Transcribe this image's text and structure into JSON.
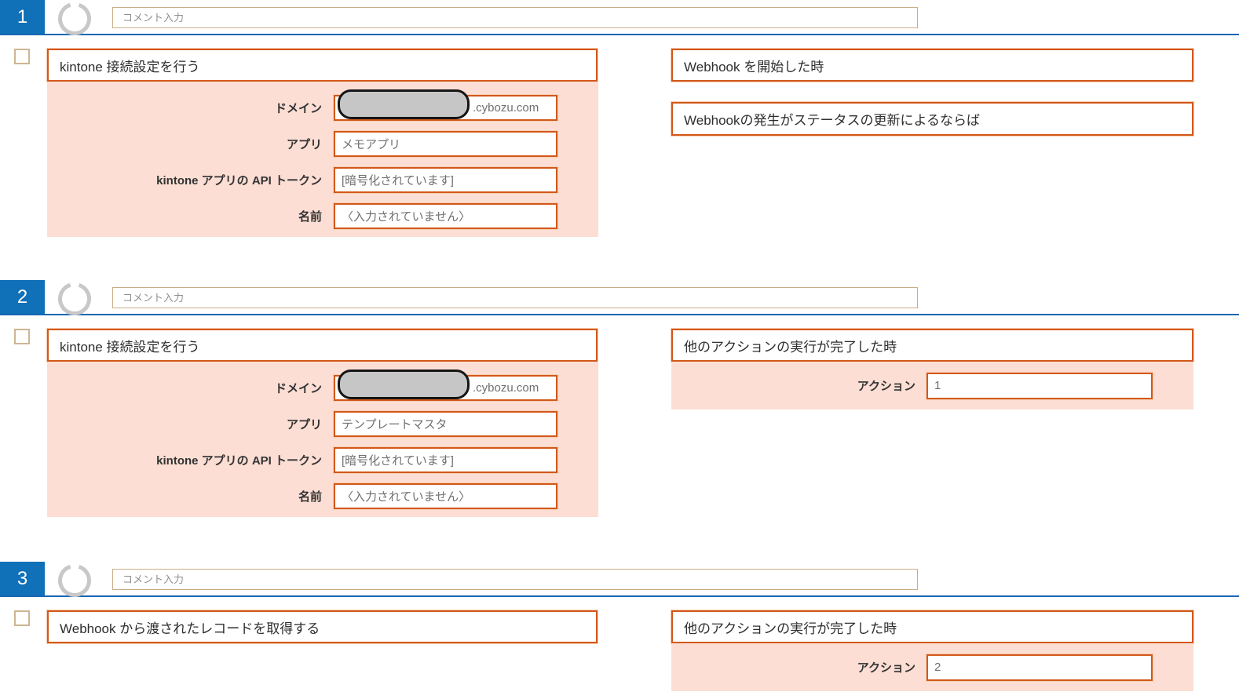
{
  "ui": {
    "comment_placeholder": "コメント入力",
    "field_labels": {
      "domain": "ドメイン",
      "app": "アプリ",
      "api_token": "kintone アプリの API トークン",
      "name": "名前",
      "action": "アクション"
    },
    "domain_suffix": ".cybozu.com"
  },
  "steps": [
    {
      "number": "1",
      "action_title": "kintone 接続設定を行う",
      "params": {
        "app": "メモアプリ",
        "api_token": "[暗号化されています]",
        "name": "〈入力されていません〉"
      },
      "trigger_title": "Webhook を開始した時",
      "condition": "Webhookの発生がステータスの更新によるならば"
    },
    {
      "number": "2",
      "action_title": "kintone 接続設定を行う",
      "params": {
        "app": "テンプレートマスタ",
        "api_token": "[暗号化されています]",
        "name": "〈入力されていません〉"
      },
      "trigger_title": "他のアクションの実行が完了した時",
      "trigger_action_number": "1"
    },
    {
      "number": "3",
      "action_title": "Webhook から渡されたレコードを取得する",
      "trigger_title": "他のアクションの実行が完了した時",
      "trigger_action_number": "2"
    }
  ],
  "colors": {
    "accent_orange": "#d2581a",
    "orange_glow": "#f6cdb0",
    "panel_pink": "#fcded4",
    "badge_blue": "#1070b8",
    "divider_blue": "#1a66b3",
    "comment_border_tan": "#c9ad87",
    "ring_gray": "#c8c8c8"
  }
}
